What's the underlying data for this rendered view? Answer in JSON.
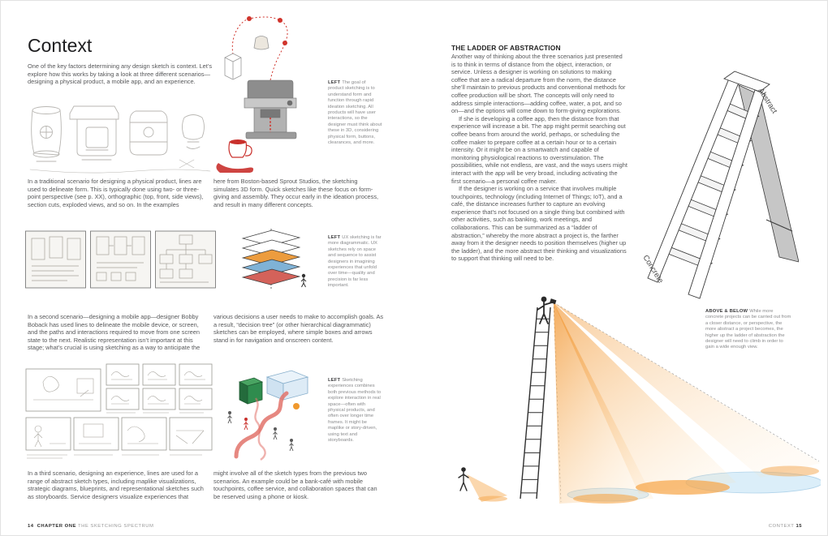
{
  "left": {
    "title": "Context",
    "intro": "One of the key factors determining any design sketch is context. Let’s explore how this works by taking a look at three different scenarios—designing a physical product, a mobile app, and an experience.",
    "sections": [
      {
        "caption_label": "LEFT",
        "caption": "The goal of product sketching is to understand form and function through rapid ideation sketching. All products will have user interactions, so the designer must think about these in 3D, considering physical form, buttons, clearances, and more.",
        "col1": "In a traditional scenario for designing a physical product, lines are used to delineate form. This is typically done using two- or three-point perspective (see p. XX), orthographic (top, front, side views), section cuts, exploded views, and so on. In the examples",
        "col2": "here from Boston-based Sprout Studios, the sketching simulates 3D form. Quick sketches like these focus on form-giving and assembly. They occur early in the ideation process, and result in many different concepts."
      },
      {
        "caption_label": "LEFT",
        "caption": "UX sketching is far more diagrammatic. UX sketches rely on space and sequence to assist designers in imagining experiences that unfold over time—quality and precision is far less important.",
        "col1": "In a second scenario—designing a mobile app—designer Bobby Boback has used lines to delineate the mobile device, or screen, and the paths and interactions required to move from one screen state to the next. Realistic representation isn’t important at this stage; what’s crucial is using sketching as a way to anticipate the",
        "col2": "various decisions a user needs to make to accomplish goals. As a result, “decision tree” (or other hierarchical diagrammatic) sketches can be employed, where simple boxes and arrows stand in for navigation and onscreen content."
      },
      {
        "caption_label": "LEFT",
        "caption": "Sketching experiences combines both previous methods to explore interaction in real space—often with physical products, and often over longer time frames. It might be maplike or story-driven, using text and storyboards.",
        "col1": "In a third scenario, designing an experience, lines are used for a range of abstract sketch types, including maplike visualizations, strategic diagrams, blueprints, and representational sketches such as storyboards. Service designers visualize experiences that",
        "col2": "might involve all of the sketch types from the previous two scenarios. An example could be a bank-café with mobile touchpoints, coffee service, and collaboration spaces that can be reserved using a phone or kiosk."
      }
    ],
    "footer": {
      "page": "14",
      "chapter": "CHAPTER ONE",
      "section": "THE SKETCHING SPECTRUM"
    }
  },
  "right": {
    "heading": "THE LADDER OF ABSTRACTION",
    "paragraphs": [
      "Another way of thinking about the three scenarios just presented is to think in terms of distance from the object, interaction, or service. Unless a designer is working on solutions to making coffee that are a radical departure from the norm, the distance she’ll maintain to previous products and conventional methods for coffee production will be short. The concepts will only need to address simple interactions—adding coffee, water, a pot, and so on—and the options will come down to form-giving explorations.",
      "If she is developing a coffee app, then the distance from that experience will increase a bit. The app might permit searching out coffee beans from around the world, perhaps, or scheduling the coffee maker to prepare coffee at a certain hour or to a certain intensity. Or it might be on a smartwatch and capable of monitoring physiological reactions to overstimulation. The possibilities, while not endless, are vast, and the ways users might interact with the app will be very broad, including activating the first scenario—a personal coffee maker.",
      "If the designer is working on a service that involves multiple touchpoints, technology (including Internet of Things; IoT), and a café, the distance increases further to capture an evolving experience that’s not focused on a single thing but combined with other activities, such as banking, work meetings, and collaborations. This can be summarized as a “ladder of abstraction,” whereby the more abstract a project is, the farther away from it the designer needs to position themselves (higher up the ladder), and the more abstract their thinking and visualizations to support that thinking will need to be."
    ],
    "ladder": {
      "abstract_label": "Abstract",
      "concrete_label": "Concrete"
    },
    "caption_label": "ABOVE & BELOW",
    "caption": "While more concrete projects can be carried out from a closer distance, or perspective, the more abstract a project becomes, the higher up the ladder of abstraction the designer will need to climb in order to gain a wide enough view.",
    "footer": {
      "section": "CONTEXT",
      "page": "15"
    }
  },
  "colors": {
    "accent_red": "#C9302C",
    "route_red": "#D0342C",
    "path_pink": "#E2736B",
    "iso_orange": "#EC9C3E",
    "iso_blue": "#7FB2D6",
    "iso_red": "#D4625A",
    "kiosk_green": "#2F8C4E",
    "beam_orange": "#F08C1E",
    "pool_blue": "#DBEEF9"
  }
}
